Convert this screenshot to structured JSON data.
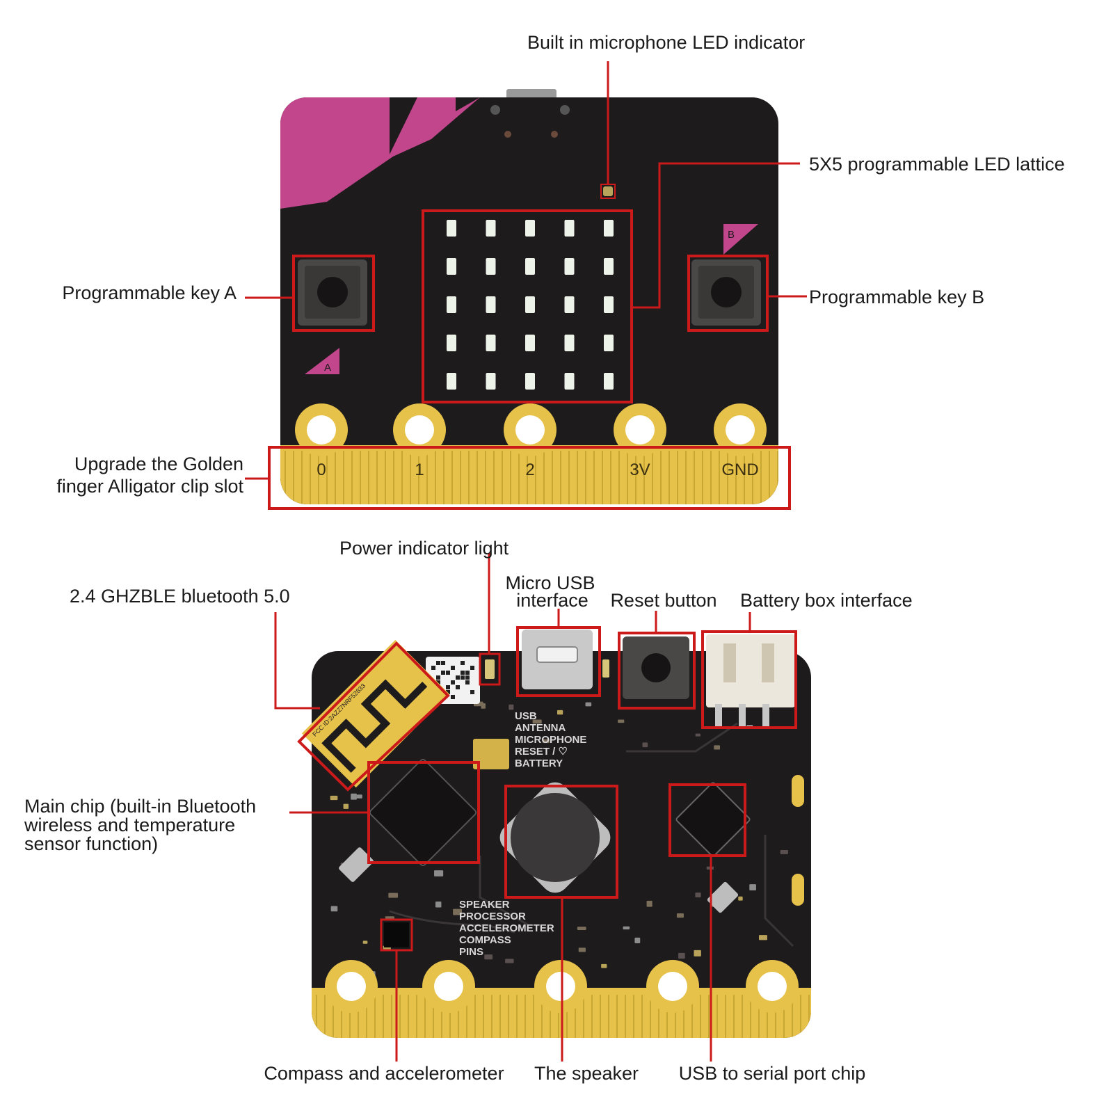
{
  "front": {
    "labels": {
      "mic_led": "Built in microphone LED indicator",
      "led_matrix": "5X5 programmable LED lattice",
      "key_a": "Programmable key A",
      "key_b": "Programmable key B",
      "gold_finger_line1": "Upgrade the Golden",
      "gold_finger_line2": "finger Alligator clip slot"
    },
    "pins": [
      "0",
      "1",
      "2",
      "3V",
      "GND"
    ],
    "button_marks": {
      "a": "A",
      "b": "B"
    }
  },
  "back": {
    "labels": {
      "bluetooth": "2.4 GHZBLE bluetooth 5.0",
      "power_led": "Power indicator light",
      "micro_usb_line1": "Micro USB",
      "micro_usb_line2": "interface",
      "reset": "Reset button",
      "battery": "Battery box interface",
      "main_chip_line1": "Main chip (built-in Bluetooth",
      "main_chip_line2": "wireless and temperature",
      "main_chip_line3": "sensor function)",
      "compass": "Compass and accelerometer",
      "speaker": "The speaker",
      "usb_serial": "USB to serial port chip"
    },
    "silkscreen_top": [
      "USB",
      "ANTENNA",
      "MICROPHONE",
      "RESET / ♡",
      "BATTERY"
    ],
    "silkscreen_bottom": [
      "SPEAKER",
      "PROCESSOR",
      "ACCELEROMETER",
      "COMPASS",
      "PINS"
    ],
    "antenna_id": "FCC ID:2AZZ7NRF52833"
  },
  "colors": {
    "board": "#1e1b1d",
    "accent": "#c2468c",
    "gold": "#e7c24a",
    "callout": "#cc1a1a",
    "led": "#eef3ea"
  },
  "led_grid": {
    "rows": 5,
    "cols": 5
  }
}
